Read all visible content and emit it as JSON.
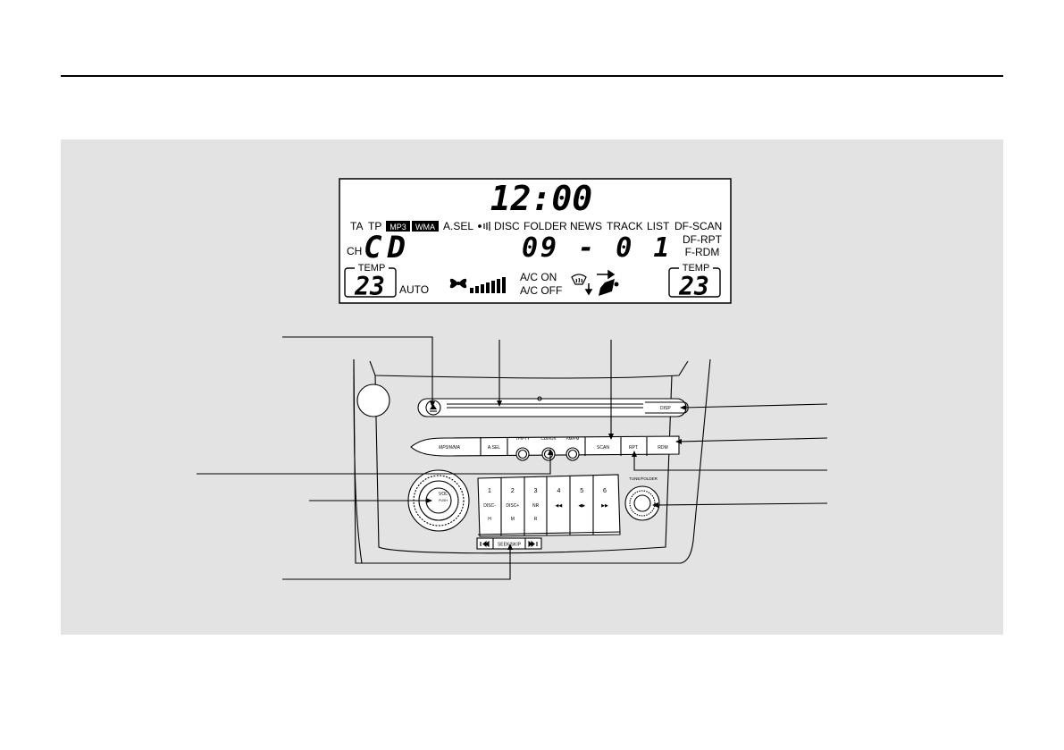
{
  "display": {
    "clock": "12:00",
    "indicators": {
      "ta": "TA",
      "tp": "TP",
      "mp3": "MP3",
      "wma": "WMA",
      "asel": "A.SEL",
      "disc": "DISC",
      "folder": "FOLDER",
      "news": "NEWS",
      "track": "TRACK",
      "list": "LIST",
      "df_scan": "DF-SCAN",
      "df_rpt": "DF-RPT",
      "f_rdm": "F-RDM"
    },
    "ch": "CH",
    "source": "CD",
    "track_number": "09 - 0 1",
    "temp_label_left": "TEMP",
    "temp_left": "23",
    "auto": "AUTO",
    "ac_on": "A/C ON",
    "ac_off": "A/C OFF",
    "temp_label_right": "TEMP",
    "temp_right": "23"
  },
  "unit": {
    "disp": "DISP",
    "mp3_wma": "MP3/WMA",
    "asel": "A.SEL",
    "tp_pty": "TP/PTY",
    "cd_aux": "CD/AUX",
    "am_fm": "AM/FM",
    "scan": "SCAN",
    "rpt": "RPT",
    "rdm": "RDM",
    "vol": "VOL",
    "push": "PUSH",
    "tune_folder": "TUNE/FOLDER",
    "seek_skip": "SEEK/SKIP",
    "presets": [
      {
        "num": "1",
        "sub": "DISC-",
        "sub2": "H"
      },
      {
        "num": "2",
        "sub": "DISC+",
        "sub2": "M"
      },
      {
        "num": "3",
        "sub": "NR",
        "sub2": "R"
      },
      {
        "num": "4",
        "sub": "◀◀",
        "sub2": ""
      },
      {
        "num": "5",
        "sub": "◀▶",
        "sub2": ""
      },
      {
        "num": "6",
        "sub": "▶▶",
        "sub2": ""
      }
    ]
  }
}
